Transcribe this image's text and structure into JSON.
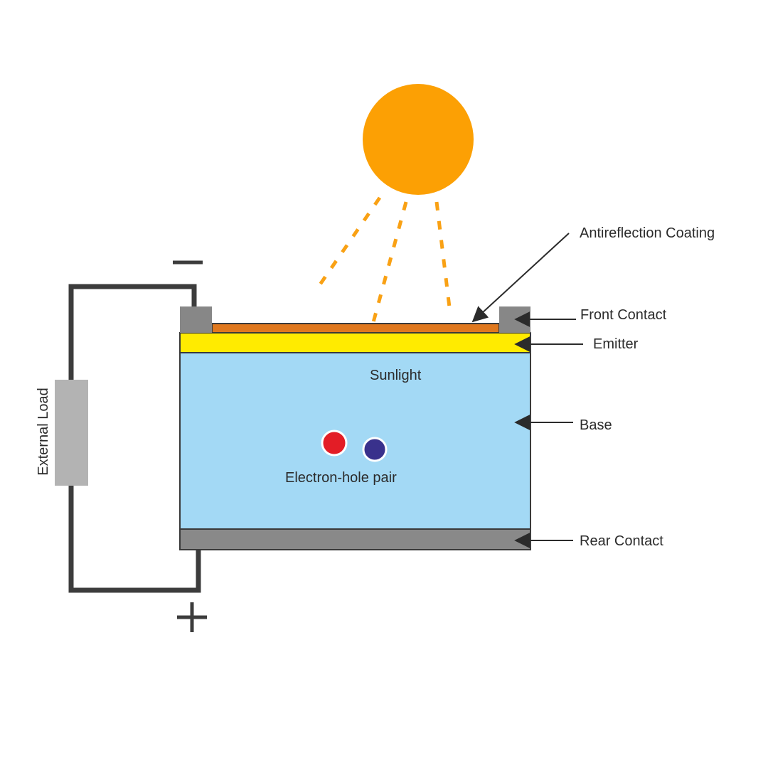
{
  "labels": {
    "antireflection_coating": "Antireflection Coating",
    "front_contact": "Front Contact",
    "emitter": "Emitter",
    "base": "Base",
    "rear_contact": "Rear Contact",
    "sunlight": "Sunlight",
    "electron_hole_pair": "Electron-hole pair",
    "external_load": "External Load"
  },
  "colors": {
    "sun": "#FCA004",
    "light_ray": "#F9A114",
    "antireflection_coating": "#E0781E",
    "front_contact": "#878787",
    "emitter": "#FFEB00",
    "base": "#A3D9F5",
    "rear_contact": "#898989",
    "external_load": "#B3B3B3",
    "wire": "#3c3c3c",
    "electron": "#E31D26",
    "hole": "#39318C",
    "arrow": "#2b2b2b"
  },
  "terminals": {
    "negative": "−",
    "positive": "+"
  }
}
